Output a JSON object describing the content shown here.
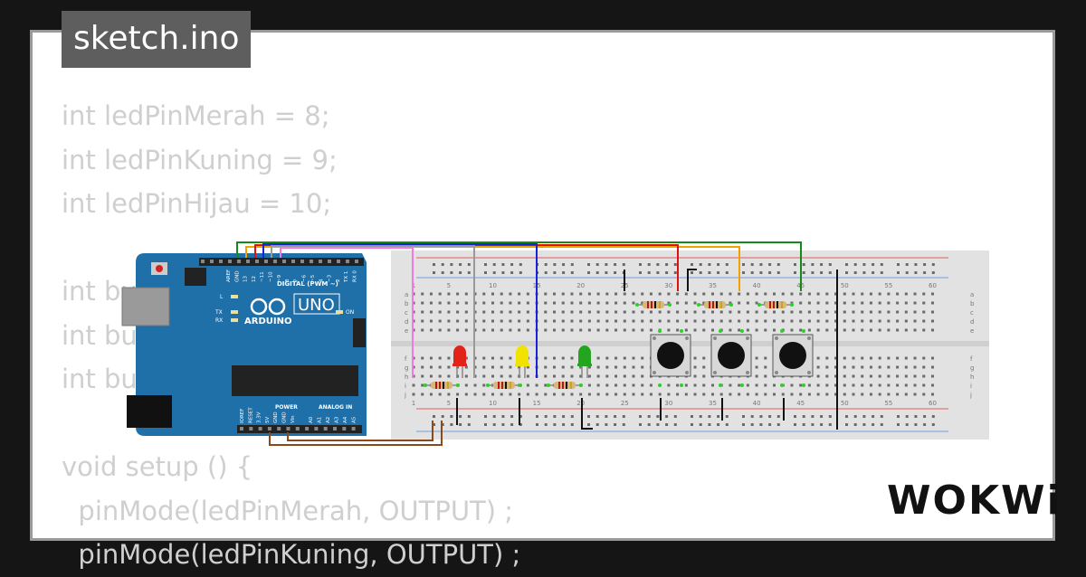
{
  "title": "sketch.ino",
  "code_lines": [
    "int ledPinMerah = 8;",
    "int ledPinKuning = 9;",
    "int ledPinHijau = 10;",
    "",
    "int bu                                11",
    "int bu                                12",
    "int bu                                 ;",
    "",
    "void setup () {",
    "  pinMode(ledPinMerah, OUTPUT) ;",
    "  pinMode(ledPinKuning, OUTPUT) ;"
  ],
  "logo": "WOKWi",
  "arduino": {
    "model": "UNO",
    "brand": "ARDUINO",
    "digital_label": "DIGITAL (PWM ~)",
    "analog_label": "ANALOG IN",
    "power_label": "POWER",
    "on_label": "ON",
    "l_label": "L",
    "tx_label": "TX",
    "rx_label": "RX",
    "header_pins": [
      "AREF",
      "GND",
      "13",
      "12",
      "~11",
      "~10",
      "~9",
      "8",
      "7",
      "~6",
      "~5",
      "4",
      "~3",
      "2",
      "TX 1",
      "RX 0"
    ],
    "power_pins": [
      "IOREF",
      "RESET",
      "3.3V",
      "5V",
      "GND",
      "GND",
      "Vin"
    ],
    "analog_pins": [
      "A0",
      "A1",
      "A2",
      "A3",
      "A4",
      "A5"
    ]
  },
  "breadboard": {
    "column_numbers": [
      "1",
      "5",
      "10",
      "15",
      "20",
      "25",
      "30",
      "35",
      "40",
      "45",
      "50",
      "55",
      "60"
    ],
    "row_letters_top": [
      "a",
      "b",
      "c",
      "d",
      "e"
    ],
    "row_letters_bottom": [
      "f",
      "g",
      "h",
      "i",
      "j"
    ]
  },
  "colors": {
    "board_blue": "#1f6fa8",
    "breadboard": "#e2e2e2",
    "led_red": "#e2231a",
    "led_yellow": "#f2e200",
    "led_green": "#23a51f",
    "wire_pink": "#f07ae0",
    "wire_gray": "#999999",
    "wire_blue": "#1a22d8",
    "wire_red": "#e01010",
    "wire_orange": "#f2a200",
    "wire_green": "#138a1a",
    "wire_brown": "#8a4a1a",
    "wire_black": "#111111"
  }
}
